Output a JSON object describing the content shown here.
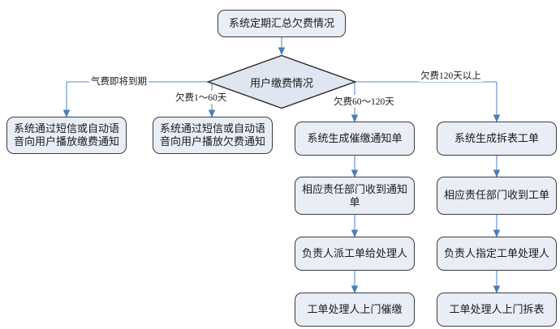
{
  "diagram": {
    "type": "flowchart",
    "title_node": {
      "id": "start",
      "shape": "rounded-rect",
      "label": "系统定期汇总欠费情况"
    },
    "decision": {
      "id": "decision-payment-status",
      "shape": "diamond",
      "label": "用户缴费情况"
    },
    "branch_labels": [
      {
        "id": "branch-label-1",
        "text": "气费即将到期"
      },
      {
        "id": "branch-label-2",
        "text": "欠费1～60天"
      },
      {
        "id": "branch-label-3",
        "text": "欠费60～120天"
      },
      {
        "id": "branch-label-4",
        "text": "欠费120天以上"
      }
    ],
    "columns": [
      {
        "id": "column-1",
        "nodes": [
          {
            "id": "node-1-1",
            "label": "系统通过短信或自动语音向用户播放缴费通知",
            "lines": [
              "系统通过短信或自动语",
              "音向用户播放缴费通知"
            ]
          }
        ]
      },
      {
        "id": "column-2",
        "nodes": [
          {
            "id": "node-2-1",
            "label": "系统通过短信或自动语音向用户播放欠费通知",
            "lines": [
              "系统通过短信或自动语",
              "音向用户播放欠费通知"
            ]
          }
        ]
      },
      {
        "id": "column-3",
        "nodes": [
          {
            "id": "node-3-1",
            "label": "系统生成催缴通知单",
            "lines": [
              "系统生成催缴通知单"
            ]
          },
          {
            "id": "node-3-2",
            "label": "相应责任部门收到通知单",
            "lines": [
              "相应责任部门收到通知",
              "单"
            ]
          },
          {
            "id": "node-3-3",
            "label": "负责人派工单给处理人",
            "lines": [
              "负责人派工单给处理人"
            ]
          },
          {
            "id": "node-3-4",
            "label": "工单处理人上门催缴",
            "lines": [
              "工单处理人上门催缴"
            ]
          }
        ]
      },
      {
        "id": "column-4",
        "nodes": [
          {
            "id": "node-4-1",
            "label": "系统生成拆表工单",
            "lines": [
              "系统生成拆表工单"
            ]
          },
          {
            "id": "node-4-2",
            "label": "相应责任部门收到工单",
            "lines": [
              "相应责任部门收到工单"
            ]
          },
          {
            "id": "node-4-3",
            "label": "负责人指定工单处理人",
            "lines": [
              "负责人指定工单处理人"
            ]
          },
          {
            "id": "node-4-4",
            "label": "工单处理人上门拆表",
            "lines": [
              "工单处理人上门拆表"
            ]
          }
        ]
      }
    ],
    "colors": {
      "node_fill": "#e9eef6",
      "node_border": "#3c3c3c",
      "connector": "#4a7ebb",
      "diamond_fill": "#dfe6f1",
      "diamond_border": "#2a2a2a",
      "text": "#1a1a1a",
      "background": "#ffffff"
    }
  }
}
